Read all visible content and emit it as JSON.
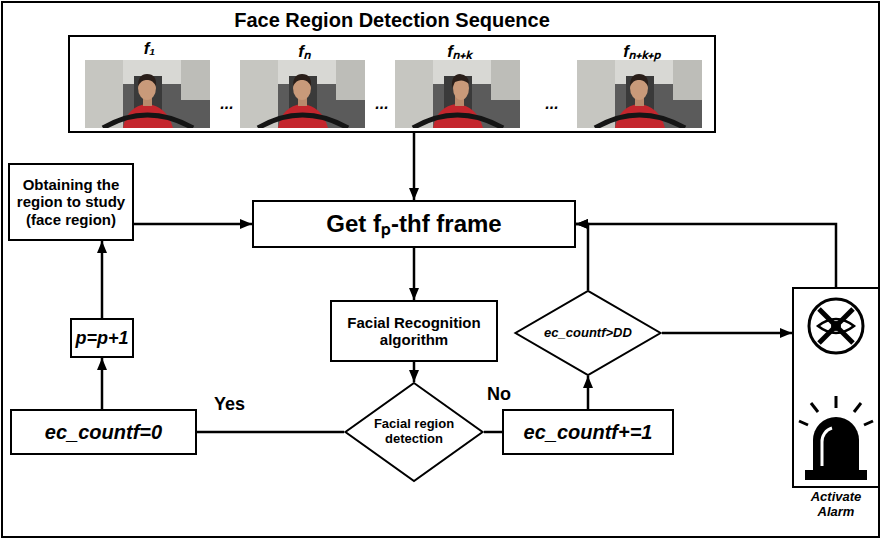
{
  "diagram": {
    "title": "Face Region Detection Sequence",
    "nodes": [
      {
        "text": [
          "f₁",
          "...",
          "fₙ",
          "...",
          "fₙ₊ₖ",
          "...",
          "fₙ₊ₖ₊ₚ"
        ]
      },
      {
        "text": [
          "Obtaining the region to study (face region)"
        ]
      },
      {
        "text": [
          "Get fₚ-thf frame"
        ]
      },
      {
        "text": [
          "Facial Recognition algorithm"
        ]
      },
      {
        "text": [
          "Facial region detection"
        ]
      },
      {
        "text": [
          "ec_countf=0"
        ]
      },
      {
        "text": [
          "p=p+1"
        ]
      },
      {
        "text": [
          "ec_countf+=1"
        ]
      },
      {
        "text": [
          "ec_countf>DD"
        ]
      },
      {
        "text": [
          "Activate Alarm"
        ]
      }
    ],
    "edges": [
      {
        "from": 0,
        "to": 2,
        "arrow": "to"
      },
      {
        "from": 1,
        "to": 2,
        "arrow": "to"
      },
      {
        "from": 2,
        "to": 3,
        "arrow": "to"
      },
      {
        "from": 3,
        "to": 4,
        "arrow": "to"
      },
      {
        "from": 4,
        "to": 5,
        "label": "Yes",
        "arrow": "none"
      },
      {
        "from": 4,
        "to": 7,
        "label": "No",
        "arrow": "none"
      },
      {
        "from": 5,
        "to": 6,
        "arrow": "to"
      },
      {
        "from": 6,
        "to": 1,
        "arrow": "to"
      },
      {
        "from": 7,
        "to": 8,
        "arrow": "to"
      },
      {
        "from": 8,
        "to": 2,
        "arrow": "to"
      },
      {
        "from": 8,
        "to": 9,
        "arrow": "to"
      },
      {
        "from": 9,
        "to": 2,
        "arrow": "to"
      }
    ]
  }
}
